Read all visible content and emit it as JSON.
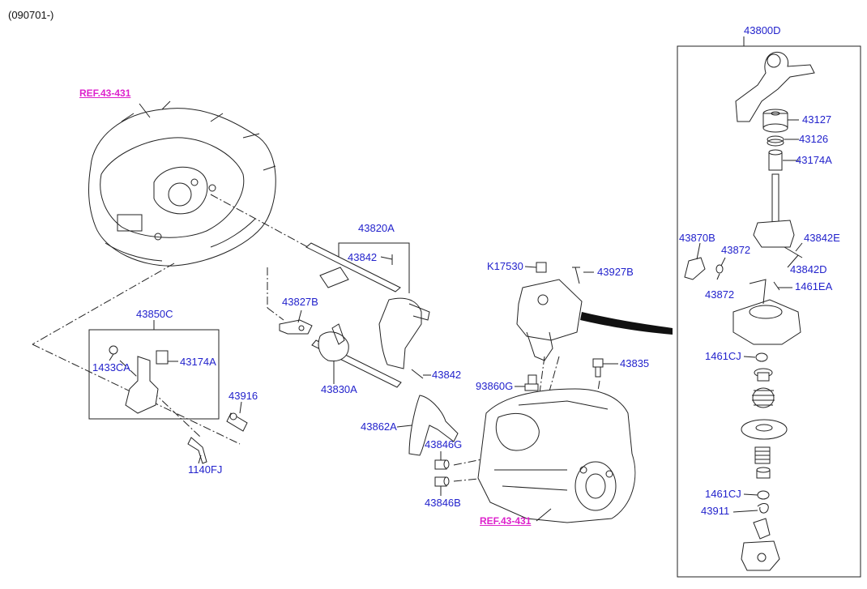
{
  "diagram": {
    "header": "(090701-)",
    "colors": {
      "part_number": "#2222cc",
      "reference": "#dd22cc",
      "line": "#222222"
    },
    "references": [
      "REF.43-431",
      "REF.43-431"
    ],
    "labels": {
      "p43800D": "43800D",
      "p43127": "43127",
      "p43126": "43126",
      "p43174A_r": "43174A",
      "p43870B": "43870B",
      "p43872a": "43872",
      "p43842E": "43842E",
      "p43842D": "43842D",
      "p43872b": "43872",
      "p1461EA": "1461EA",
      "p1461CJa": "1461CJ",
      "p1461CJb": "1461CJ",
      "p43911": "43911",
      "p43820A": "43820A",
      "p43842a": "43842",
      "pK17530": "K17530",
      "p43927B": "43927B",
      "p43827B": "43827B",
      "p43850C": "43850C",
      "p1433CA": "1433CA",
      "p43174A_l": "43174A",
      "p43830A": "43830A",
      "p43842b": "43842",
      "p43835": "43835",
      "p93860G": "93860G",
      "p43916": "43916",
      "p43862A": "43862A",
      "p43846G": "43846G",
      "p43846B": "43846B",
      "p1140FJ": "1140FJ"
    }
  }
}
